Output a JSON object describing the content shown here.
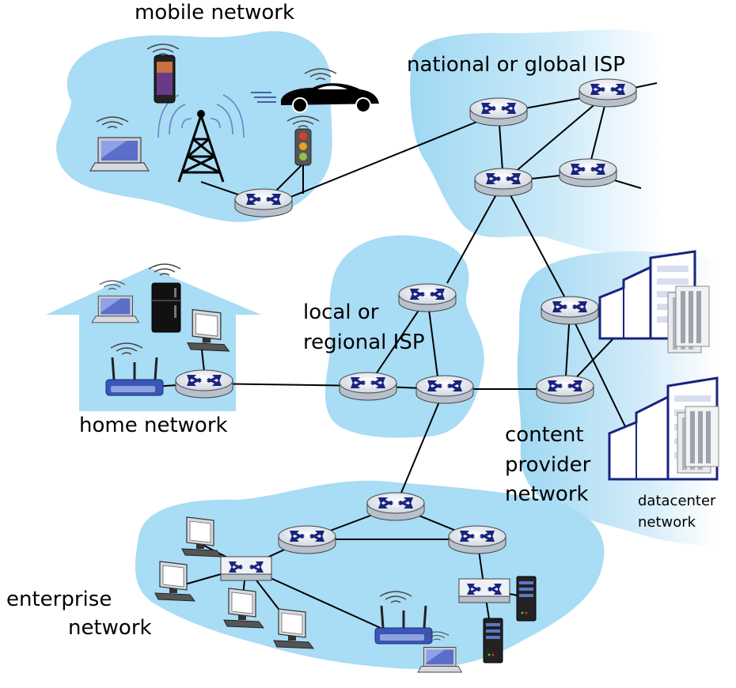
{
  "labels": {
    "mobile_network": "mobile network",
    "isp_global": "national or global ISP",
    "local_isp_line1": "local or",
    "local_isp_line2": "regional ISP",
    "home_network": "home network",
    "content_line1": "content",
    "content_line2": "provider",
    "content_line3": "network",
    "datacenter_line1": "datacenter",
    "datacenter_line2": "network",
    "enterprise_line1": "enterprise",
    "enterprise_line2": "network"
  },
  "colors": {
    "cloud": "#a9dcf5",
    "router_top": "#e8ecf2",
    "router_arrow": "#1a237e",
    "datacenter_building": "#1a237e",
    "link": "#000000"
  }
}
